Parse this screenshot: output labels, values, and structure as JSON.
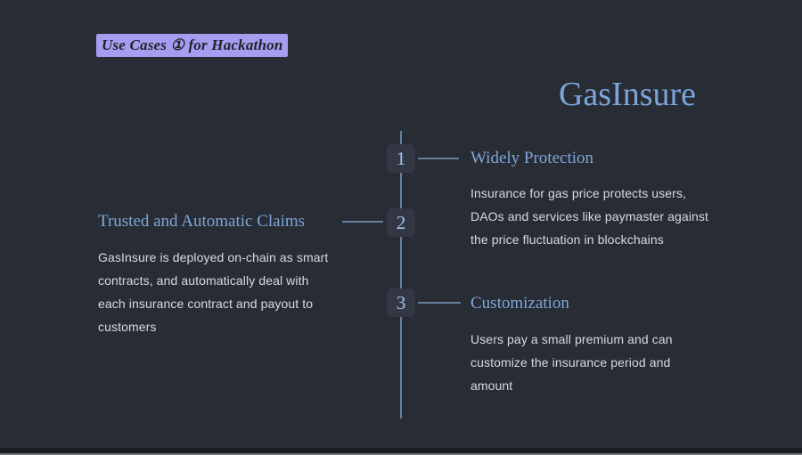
{
  "badge": {
    "label": "Use Cases ① for Hackathon"
  },
  "title": "GasInsure",
  "timeline": {
    "items": [
      {
        "number": "1",
        "heading": "Widely Protection",
        "body_lines": [
          "Insurance for gas price protects users,",
          "DAOs and services like paymaster against",
          "the price fluctuation in blockchains"
        ]
      },
      {
        "number": "2",
        "heading": "Trusted and Automatic Claims",
        "body_lines": [
          "GasInsure is deployed on-chain as smart",
          "contracts, and automatically deal with",
          "each insurance contract and payout to",
          "customers"
        ]
      },
      {
        "number": "3",
        "heading": "Customization",
        "body_lines": [
          "Users pay a small premium and can",
          "customize the insurance period and",
          "amount"
        ]
      }
    ]
  },
  "colors": {
    "background": "#282c34",
    "badge_bg": "#a69df0",
    "badge_text": "#21232b",
    "accent_blue": "#7ea6d8",
    "number_blue": "#a6c3ee",
    "timeline_line": "#66809f",
    "body_text": "#d6dae2"
  }
}
